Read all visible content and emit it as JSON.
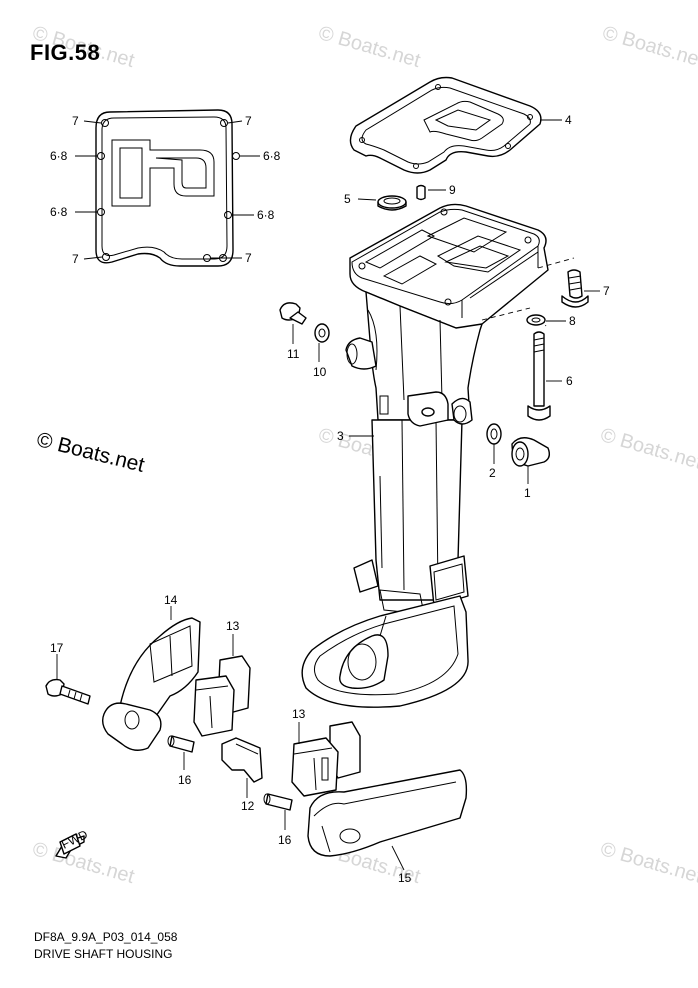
{
  "figure": {
    "title": "FIG.58",
    "copyright": "© Boats.net",
    "watermark": "© Boats.net",
    "code": "DF8A_9.9A_P03_014_058",
    "name": "DRIVE SHAFT HOUSING",
    "fwd_label": "FWD"
  },
  "callouts": {
    "c1": "1",
    "c2": "2",
    "c3": "3",
    "c4": "4",
    "c5": "5",
    "c6": "6",
    "c7": "7",
    "c8": "8",
    "c9": "9",
    "c10": "10",
    "c11": "11",
    "c12": "12",
    "c13a": "13",
    "c13b": "13",
    "c14": "14",
    "c15": "15",
    "c16a": "16",
    "c16b": "16",
    "c17": "17",
    "g7tl": "7",
    "g7tr": "7",
    "g68ml": "6·8",
    "g68mr": "6·8",
    "g68ll": "6·8",
    "g68lr": "6·8",
    "g7bl": "7",
    "g7br": "7"
  }
}
